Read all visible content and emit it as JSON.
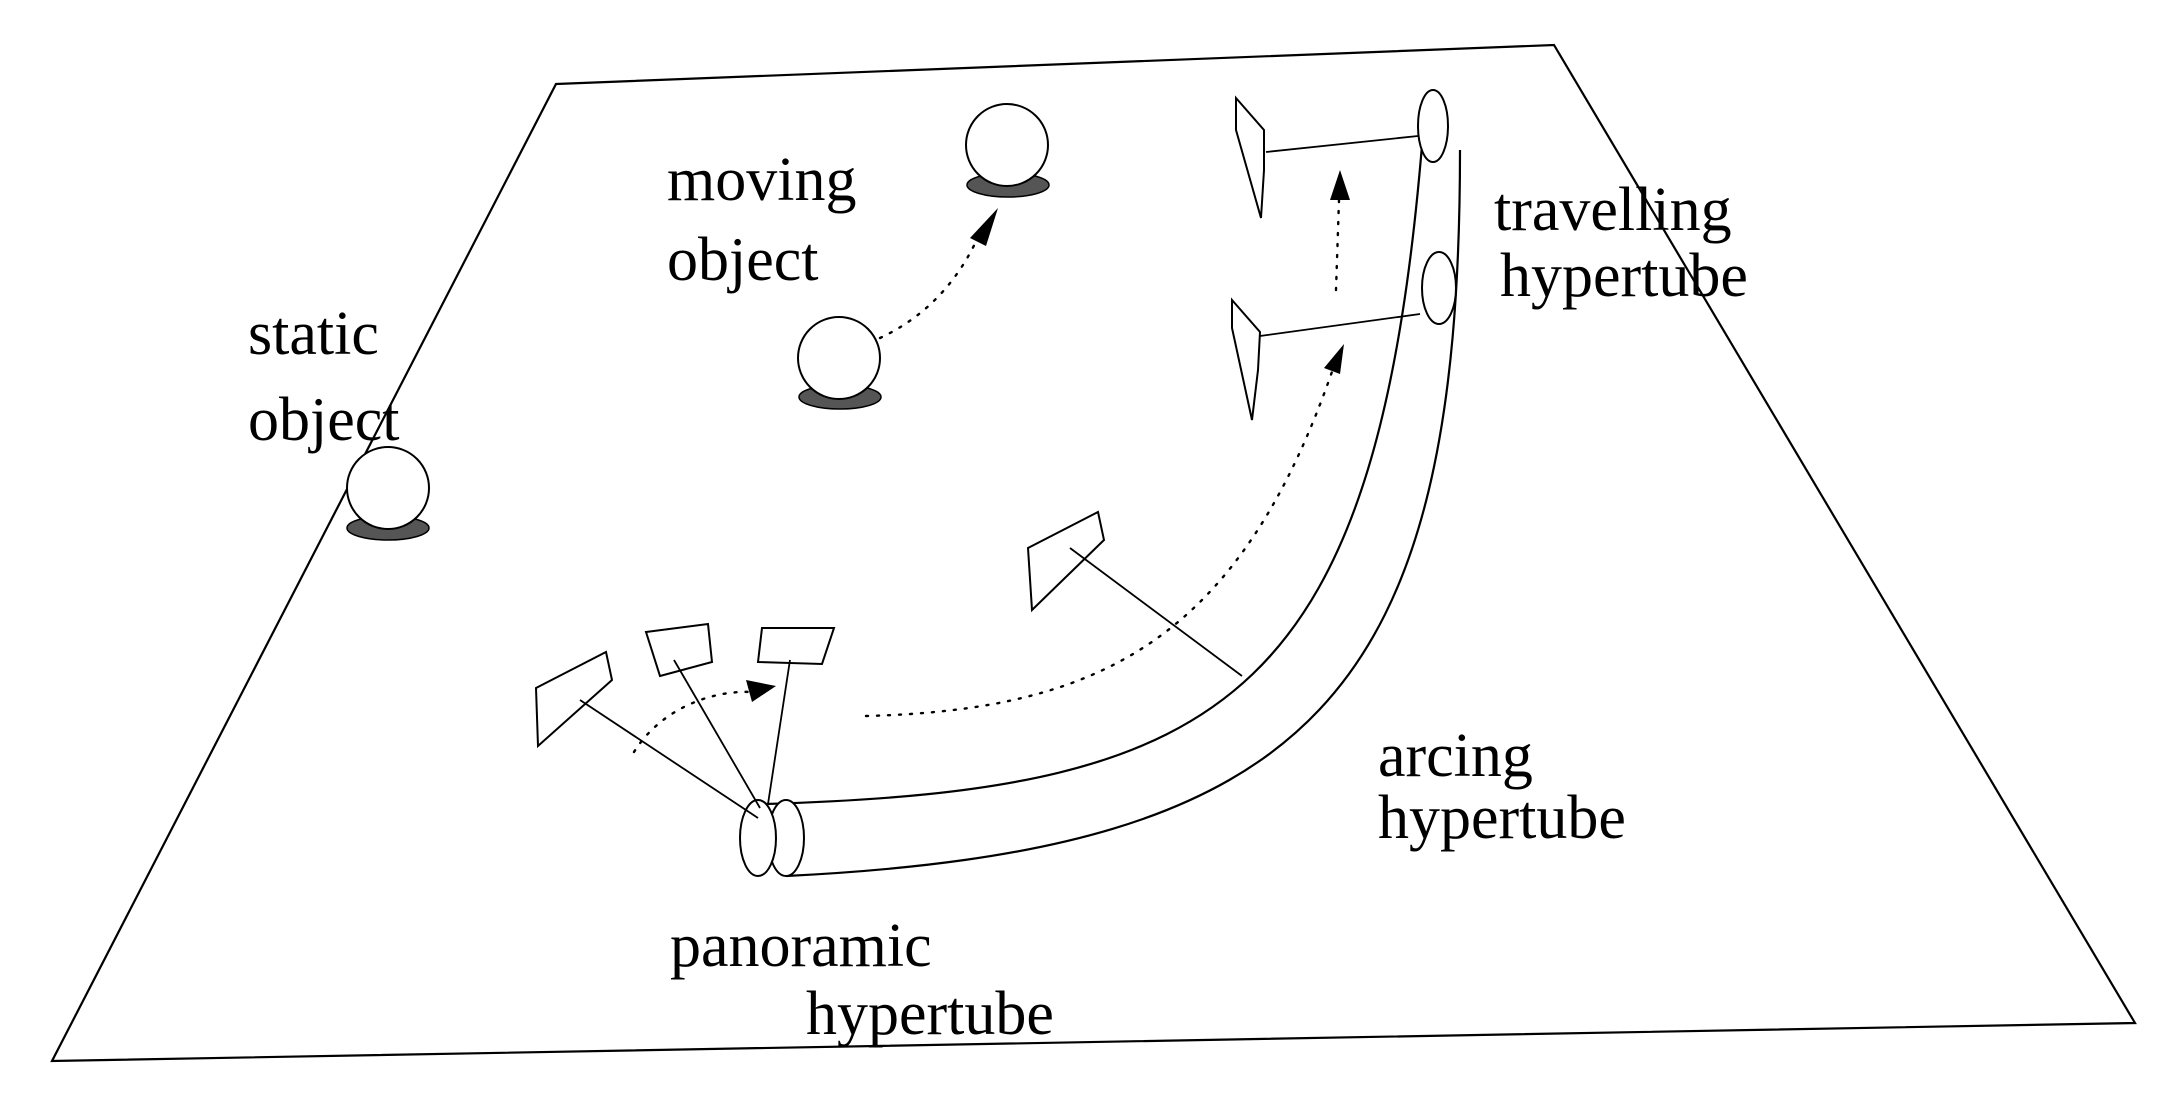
{
  "labels": {
    "moving_1": "moving",
    "moving_2": "object",
    "static_1": "static",
    "static_2": "object",
    "travelling_1": "travelling",
    "travelling_2": "hypertube",
    "arcing_1": "arcing",
    "arcing_2": "hypertube",
    "panoramic_1": "panoramic",
    "panoramic_2": "hypertube"
  },
  "colors": {
    "stroke": "#000000",
    "shadow": "#555555",
    "background": "#ffffff"
  }
}
